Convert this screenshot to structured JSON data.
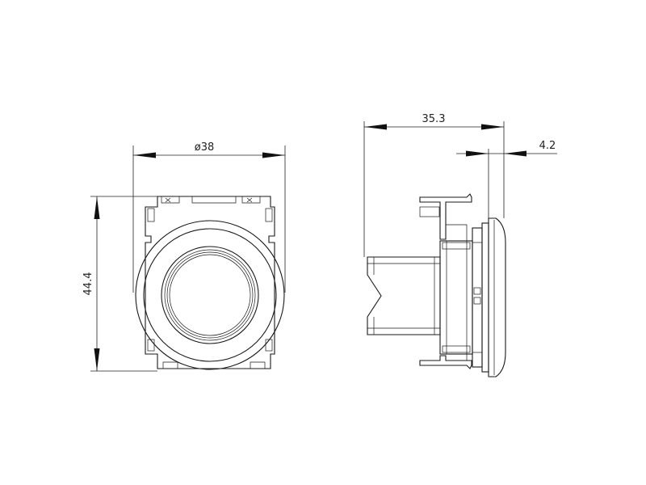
{
  "dimensions": {
    "diameter": "ø38",
    "height": "44.4",
    "depth": "35.3",
    "bezel": "4.2"
  },
  "colors": {
    "line": "#1a1a1a",
    "background": "#ffffff"
  }
}
